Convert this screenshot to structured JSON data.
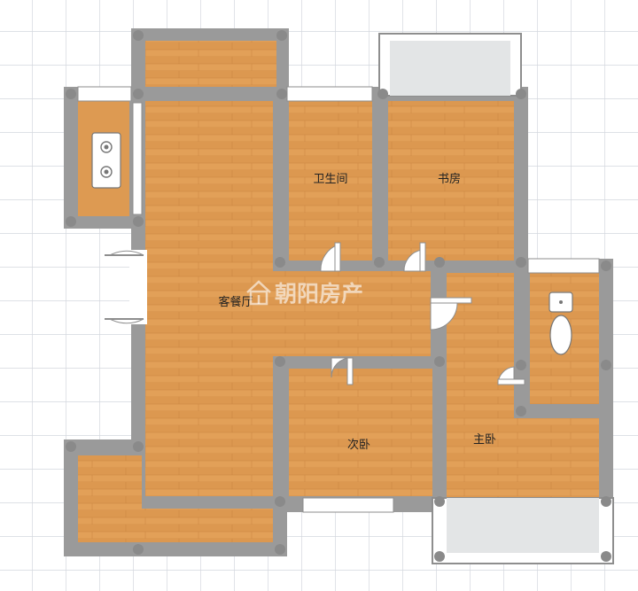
{
  "rooms": {
    "bathroom": "卫生间",
    "study": "书房",
    "living_dining": "客餐厅",
    "second_bedroom": "次卧",
    "master_bedroom": "主卧"
  },
  "watermark": {
    "text": "朝阳房产"
  },
  "colors": {
    "grid": "#d4d7de",
    "wall": "#9a9a9a",
    "wall_joint": "#8a8a8a",
    "floor_light": "#e5a25a",
    "floor_dark": "#d38a40",
    "balcony": "#e3e5e6",
    "fixture": "#ffffff"
  }
}
